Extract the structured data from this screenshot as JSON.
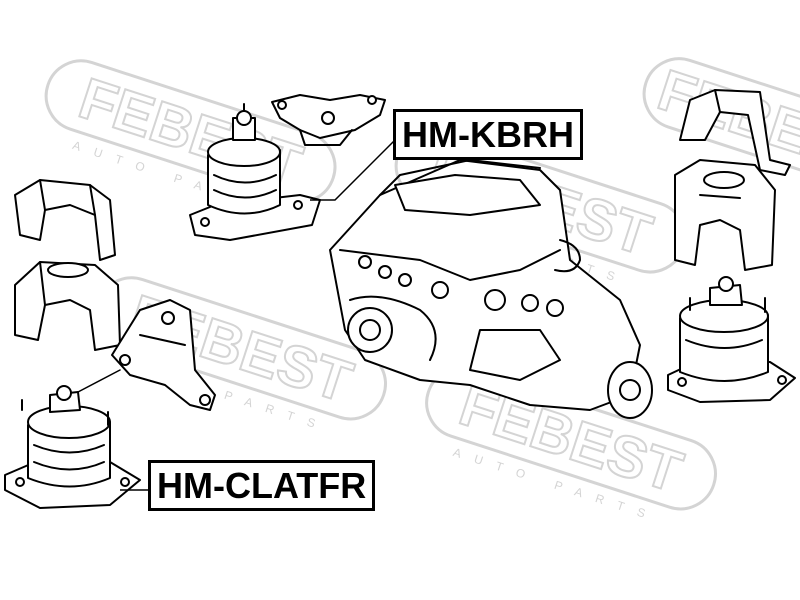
{
  "watermark": {
    "brand": "FEBEST",
    "tagline": "AUTO PARTS"
  },
  "callouts": [
    {
      "label": "HM-KBRH"
    },
    {
      "label": "HM-CLATFR"
    }
  ],
  "colors": {
    "line": "#000000",
    "watermark": "#d0d0d0",
    "background": "#ffffff"
  }
}
